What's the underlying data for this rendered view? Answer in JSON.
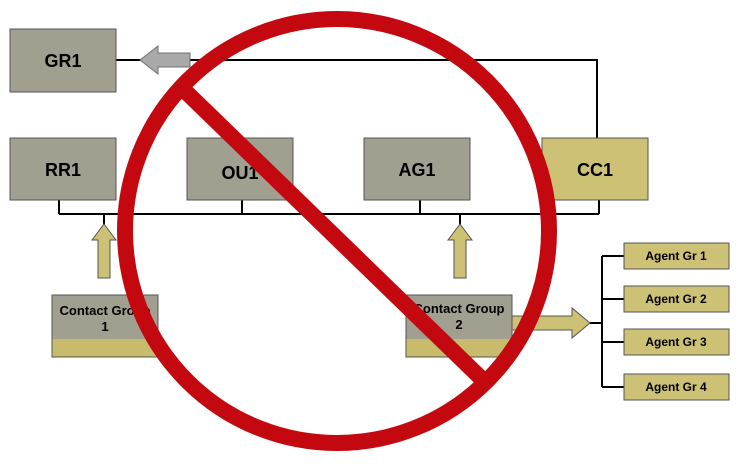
{
  "diagram": {
    "colors": {
      "gray_box": "#a09f90",
      "olive_box": "#cdc175",
      "olive_stripe": "#c8bc6c",
      "box_border": "#555555",
      "line": "#000000",
      "arrow_gray": "#a9a9a9",
      "prohibition": "#c3090f"
    },
    "nodes": {
      "gr1": "GR1",
      "rr1": "RR1",
      "ou1": "OU1",
      "ag1": "AG1",
      "cc1": "CC1",
      "contact_group_1": {
        "line1": "Contact Group",
        "line2": "1"
      },
      "contact_group_2": {
        "line1": "Contact Group",
        "line2": "2"
      },
      "agent_groups": [
        "Agent Gr 1",
        "Agent Gr 2",
        "Agent Gr 3",
        "Agent Gr 4"
      ]
    },
    "overlay": {
      "icon": "prohibition-sign-icon"
    }
  }
}
